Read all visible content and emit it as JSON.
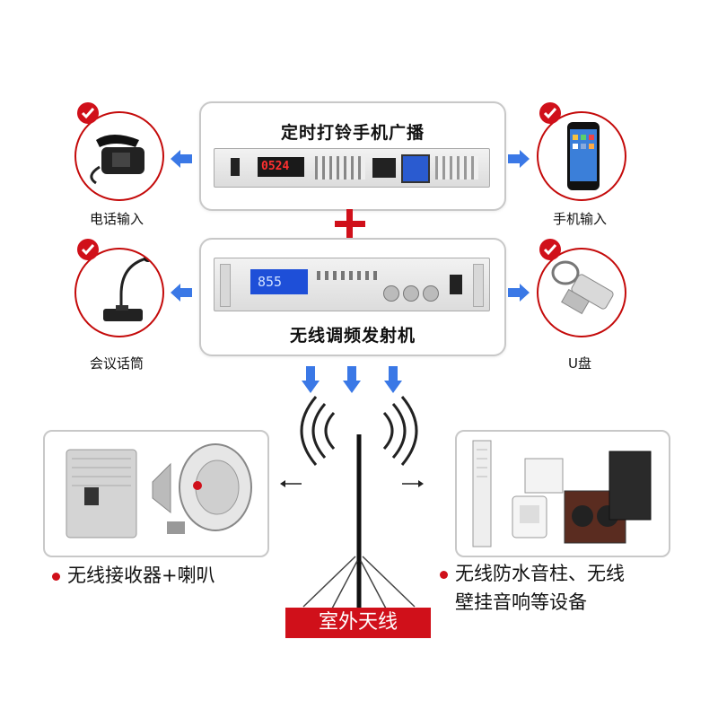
{
  "top_box": {
    "title": "定时打铃手机广播"
  },
  "mid_box": {
    "title": "无线调频发射机"
  },
  "left_top": {
    "caption": "电话输入"
  },
  "left_mid": {
    "caption": "会议话筒"
  },
  "right_top": {
    "caption": "手机输入"
  },
  "right_mid": {
    "caption": "U盘"
  },
  "bottom_left": {
    "text": "无线接收器+喇叭"
  },
  "bottom_right": {
    "line1": "无线防水音柱、无线",
    "line2": "壁挂音响等设备"
  },
  "antenna": {
    "label": "室外天线"
  },
  "device_display": {
    "top_digits": "0524",
    "mid_digits": "855"
  },
  "colors": {
    "red": "#d0101a",
    "blue": "#3a78e6",
    "border": "#c8c8c8"
  }
}
